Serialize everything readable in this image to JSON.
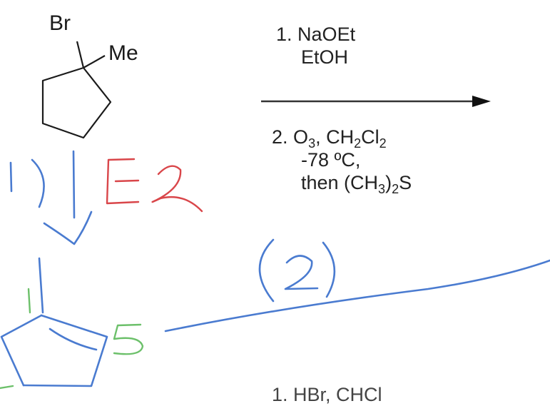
{
  "starting_material": {
    "name": "1-bromo-1-methylcyclopentane",
    "substituent_1": "Br",
    "substituent_2": "Me"
  },
  "reaction_arrow": {
    "step1": {
      "number": "1.",
      "reagent": "NaOEt",
      "solvent": "EtOH"
    },
    "step2": {
      "number": "2.",
      "reagent_prefix": "O",
      "reagent_sub": "3",
      "sep": ",",
      "solvent_a": "CH",
      "solvent_sub1": "2",
      "solvent_b": "Cl",
      "solvent_sub2": "2",
      "temperature": "-78 ºC,",
      "then_prefix": "then (CH",
      "then_sub1": "3",
      "then_mid": ")",
      "then_sub2": "2",
      "then_suffix": "S"
    }
  },
  "annotations": {
    "step_marker_1": "1)",
    "mechanism": "E2",
    "step_marker_2": "(2)",
    "carbon_label_1": "1",
    "carbon_label_5": "5"
  },
  "next_reaction_partial": {
    "text": "1. HBr, CHCl"
  },
  "colors": {
    "ink": "#1a1a1a",
    "blue_pen": "#4a7bd0",
    "red_pen": "#d9464a",
    "green_pen": "#6cc06a"
  }
}
